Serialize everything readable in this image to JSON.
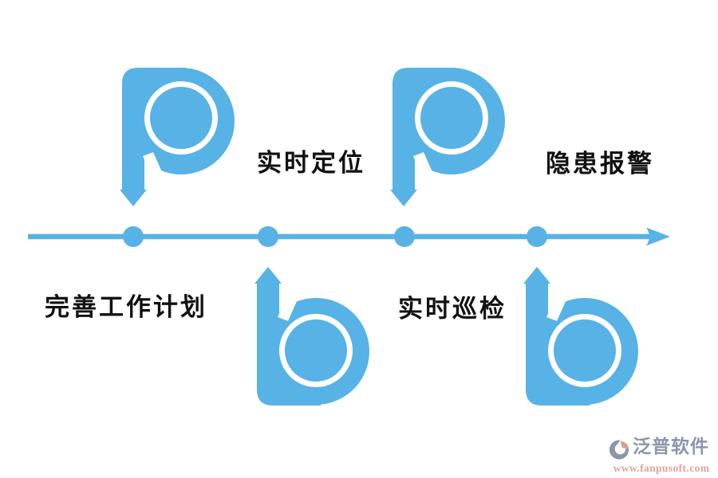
{
  "diagram": {
    "type": "timeline-flow",
    "flow_direction": "left-to-right",
    "axis": {
      "style": "horizontal-arrow-line",
      "node_count": 4
    },
    "nodes": [
      {
        "label": "完善工作计划",
        "label_position": "below-line",
        "marker": "spiral-p-arrow-down-icon",
        "marker_position": "above-line"
      },
      {
        "label": "实时定位",
        "label_position": "above-line",
        "marker": "spiral-b-arrow-up-icon",
        "marker_position": "below-line"
      },
      {
        "label": "实时巡检",
        "label_position": "below-line",
        "marker": "spiral-p-arrow-down-icon",
        "marker_position": "above-line"
      },
      {
        "label": "隐患报警",
        "label_position": "above-line",
        "marker": "spiral-b-arrow-up-icon",
        "marker_position": "below-line"
      }
    ]
  },
  "watermark": {
    "brand": "泛普软件",
    "url": "www.fanpusoft.com"
  },
  "colors": {
    "accent_blue": "#57B2E5",
    "label_text": "#111111",
    "watermark_gray_blue": "#8B95AB",
    "watermark_salmon": "#D9A08D",
    "watermark_url_salmon": "#E2A29A",
    "background": "#FFFFFF"
  }
}
